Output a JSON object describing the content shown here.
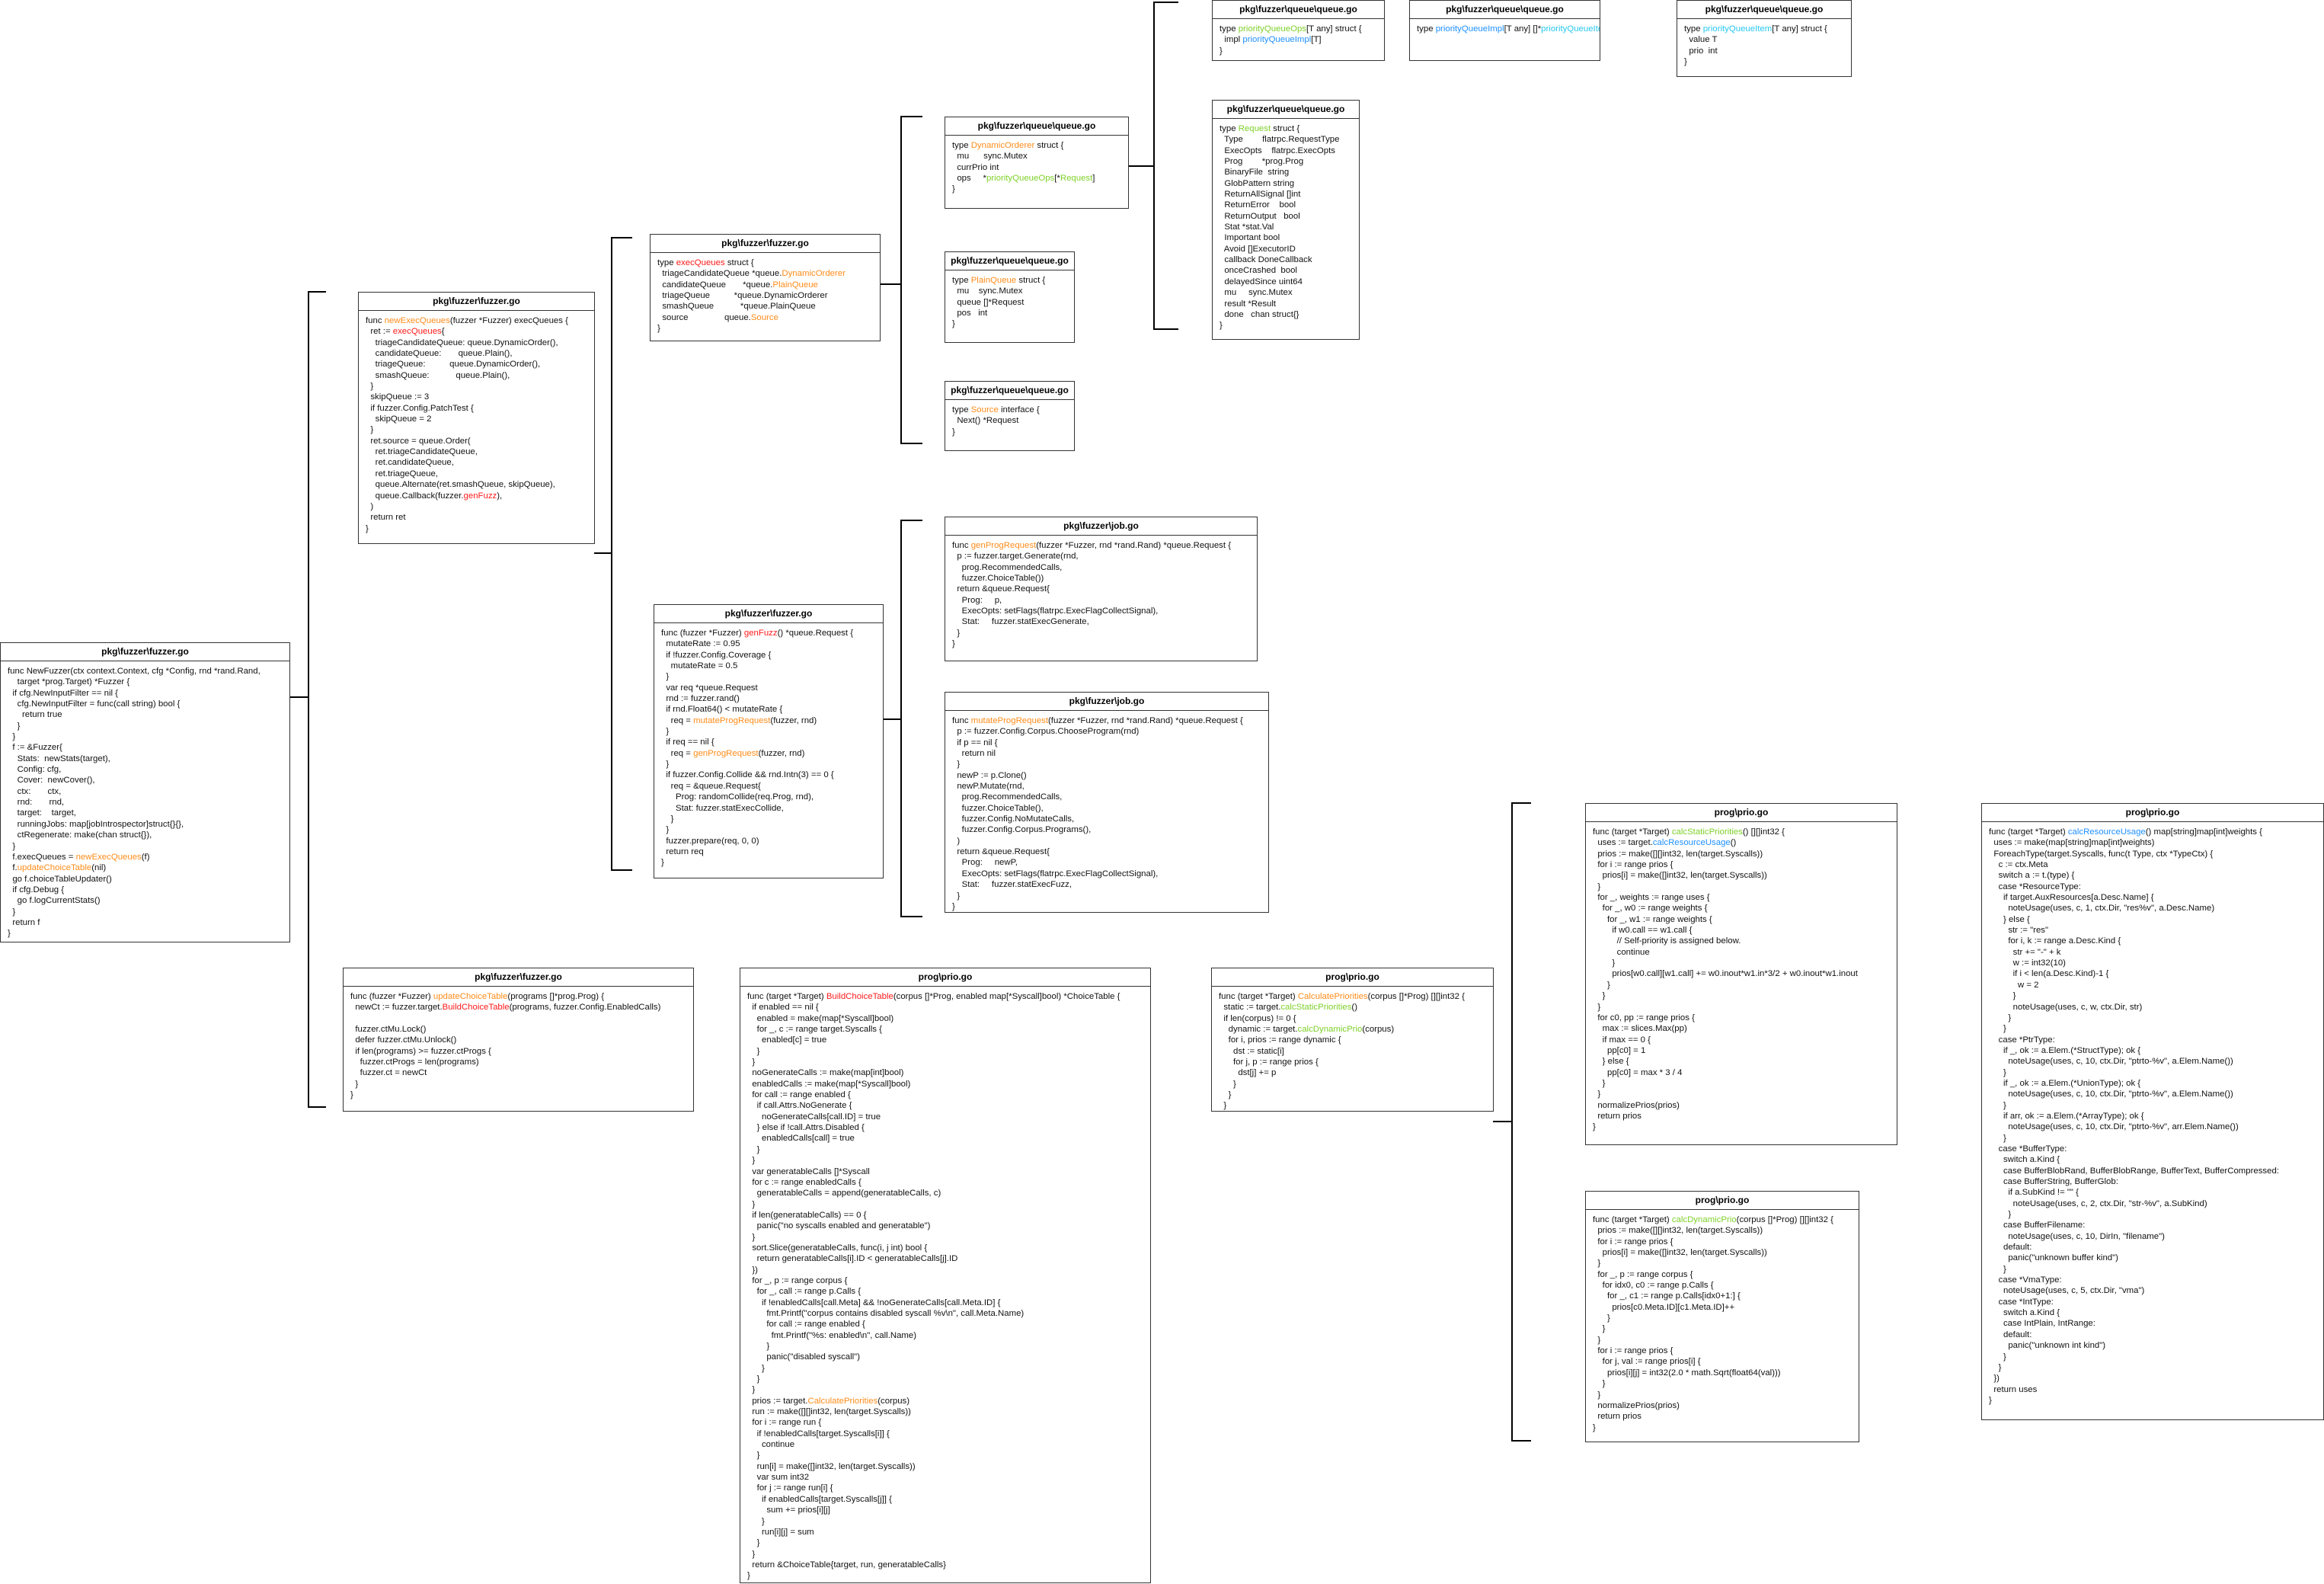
{
  "colors": {
    "orange": "#ff8c1a",
    "red": "#ff1a1a",
    "green": "#7fd12a",
    "blue": "#1e90ff",
    "cyan": "#28c8f0",
    "border": "#333333",
    "background": "#ffffff"
  },
  "cards": [
    {
      "id": "newfuzzer",
      "title": "pkg\\fuzzer\\fuzzer.go",
      "code": "func NewFuzzer(ctx context.Context, cfg *Config, rnd *rand.Rand,\n    target *prog.Target) *Fuzzer {\n  if cfg.NewInputFilter == nil {\n    cfg.NewInputFilter = func(call string) bool {\n      return true\n    }\n  }\n  f := &Fuzzer{\n    Stats:  newStats(target),\n    Config: cfg,\n    Cover:  newCover(),\n    ctx:       ctx,\n    rnd:       rnd,\n    target:    target,\n    runningJobs: map[jobIntrospector]struct{}{},\n    ctRegenerate: make(chan struct{}),\n  }\n  f.execQueues = [[o:newExecQueues]](f)\n  f.[[o:updateChoiceTable]](nil)\n  go f.choiceTableUpdater()\n  if cfg.Debug {\n    go f.logCurrentStats()\n  }\n  return f\n}"
    },
    {
      "id": "newexecqueues",
      "title": "pkg\\fuzzer\\fuzzer.go",
      "code": "func [[o:newExecQueues]](fuzzer *Fuzzer) execQueues {\n  ret := [[r:execQueues]]{\n    triageCandidateQueue: queue.DynamicOrder(),\n    candidateQueue:       queue.Plain(),\n    triageQueue:          queue.DynamicOrder(),\n    smashQueue:           queue.Plain(),\n  }\n  skipQueue := 3\n  if fuzzer.Config.PatchTest {\n    skipQueue = 2\n  }\n  ret.source = queue.Order(\n    ret.triageCandidateQueue,\n    ret.candidateQueue,\n    ret.triageQueue,\n    queue.Alternate(ret.smashQueue, skipQueue),\n    queue.Callback(fuzzer.[[r:genFuzz]]),\n  )\n  return ret\n}"
    },
    {
      "id": "execqueues",
      "title": "pkg\\fuzzer\\fuzzer.go",
      "code": "type [[r:execQueues]] struct {\n  triageCandidateQueue *queue.[[o:DynamicOrderer]]\n  candidateQueue       *queue.[[o:PlainQueue]]\n  triageQueue          *queue.DynamicOrderer\n  smashQueue           *queue.PlainQueue\n  source               queue.[[o:Source]]\n}"
    },
    {
      "id": "dynamicorderer",
      "title": "pkg\\fuzzer\\queue\\queue.go",
      "code": "type [[o:DynamicOrderer]] struct {\n  mu      sync.Mutex\n  currPrio int\n  ops     *[[g:priorityQueueOps]][*[[g:Request]]]\n}"
    },
    {
      "id": "plainqueue",
      "title": "pkg\\fuzzer\\queue\\queue.go",
      "code": "type [[o:PlainQueue]] struct {\n  mu    sync.Mutex\n  queue []*Request\n  pos   int\n}"
    },
    {
      "id": "source",
      "title": "pkg\\fuzzer\\queue\\queue.go",
      "code": "type [[o:Source]] interface {\n  Next() *Request\n}"
    },
    {
      "id": "priorityqueueops",
      "title": "pkg\\fuzzer\\queue\\queue.go",
      "code": "type [[g:priorityQueueOps]][T any] struct {\n  impl [[b:priorityQueueImpl]][T]\n}"
    },
    {
      "id": "priorityqueueimpl",
      "title": "pkg\\fuzzer\\queue\\queue.go",
      "code": "type [[b:priorityQueueImpl]][T any] []*[[c:priorityQueueItem]][T]"
    },
    {
      "id": "priorityqueueitem",
      "title": "pkg\\fuzzer\\queue\\queue.go",
      "code": "type [[c:priorityQueueItem]][T any] struct {\n  value T\n  prio  int\n}"
    },
    {
      "id": "request",
      "title": "pkg\\fuzzer\\queue\\queue.go",
      "code": "type [[g:Request]] struct {\n  Type        flatrpc.RequestType\n  ExecOpts    flatrpc.ExecOpts\n  Prog        *prog.Prog\n  BinaryFile  string\n  GlobPattern string\n  ReturnAllSignal []int\n  ReturnError    bool\n  ReturnOutput   bool\n  Stat *stat.Val\n  Important bool\n  Avoid []ExecutorID\n  callback DoneCallback\n  onceCrashed  bool\n  delayedSince uint64\n  mu     sync.Mutex\n  result *Result\n  done   chan struct{}\n}"
    },
    {
      "id": "genfuzz",
      "title": "pkg\\fuzzer\\fuzzer.go",
      "code": "func (fuzzer *Fuzzer) [[r:genFuzz]]() *queue.Request {\n  mutateRate := 0.95\n  if !fuzzer.Config.Coverage {\n    mutateRate = 0.5\n  }\n  var req *queue.Request\n  rnd := fuzzer.rand()\n  if rnd.Float64() < mutateRate {\n    req = [[o:mutateProgRequest]](fuzzer, rnd)\n  }\n  if req == nil {\n    req = [[o:genProgRequest]](fuzzer, rnd)\n  }\n  if fuzzer.Config.Collide && rnd.Intn(3) == 0 {\n    req = &queue.Request{\n      Prog: randomCollide(req.Prog, rnd),\n      Stat: fuzzer.statExecCollide,\n    }\n  }\n  fuzzer.prepare(req, 0, 0)\n  return req\n}"
    },
    {
      "id": "genprogrequest",
      "title": "pkg\\fuzzer\\job.go",
      "code": "func [[o:genProgRequest]](fuzzer *Fuzzer, rnd *rand.Rand) *queue.Request {\n  p := fuzzer.target.Generate(rnd,\n    prog.RecommendedCalls,\n    fuzzer.ChoiceTable())\n  return &queue.Request{\n    Prog:     p,\n    ExecOpts: setFlags(flatrpc.ExecFlagCollectSignal),\n    Stat:     fuzzer.statExecGenerate,\n  }\n}"
    },
    {
      "id": "mutateprogrequest",
      "title": "pkg\\fuzzer\\job.go",
      "code": "func [[o:mutateProgRequest]](fuzzer *Fuzzer, rnd *rand.Rand) *queue.Request {\n  p := fuzzer.Config.Corpus.ChooseProgram(rnd)\n  if p == nil {\n    return nil\n  }\n  newP := p.Clone()\n  newP.Mutate(rnd,\n    prog.RecommendedCalls,\n    fuzzer.ChoiceTable(),\n    fuzzer.Config.NoMutateCalls,\n    fuzzer.Config.Corpus.Programs(),\n  )\n  return &queue.Request{\n    Prog:     newP,\n    ExecOpts: setFlags(flatrpc.ExecFlagCollectSignal),\n    Stat:     fuzzer.statExecFuzz,\n  }\n}"
    },
    {
      "id": "updatechoicetable",
      "title": "pkg\\fuzzer\\fuzzer.go",
      "code": "func (fuzzer *Fuzzer) [[o:updateChoiceTable]](programs []*prog.Prog) {\n  newCt := fuzzer.target.[[r:BuildChoiceTable]](programs, fuzzer.Config.EnabledCalls)\n\n  fuzzer.ctMu.Lock()\n  defer fuzzer.ctMu.Unlock()\n  if len(programs) >= fuzzer.ctProgs {\n    fuzzer.ctProgs = len(programs)\n    fuzzer.ct = newCt\n  }\n}"
    },
    {
      "id": "buildchoicetable",
      "title": "prog\\prio.go",
      "code": "func (target *Target) [[r:BuildChoiceTable]](corpus []*Prog, enabled map[*Syscall]bool) *ChoiceTable {\n  if enabled == nil {\n    enabled = make(map[*Syscall]bool)\n    for _, c := range target.Syscalls {\n      enabled[c] = true\n    }\n  }\n  noGenerateCalls := make(map[int]bool)\n  enabledCalls := make(map[*Syscall]bool)\n  for call := range enabled {\n    if call.Attrs.NoGenerate {\n      noGenerateCalls[call.ID] = true\n    } else if !call.Attrs.Disabled {\n      enabledCalls[call] = true\n    }\n  }\n  var generatableCalls []*Syscall\n  for c := range enabledCalls {\n    generatableCalls = append(generatableCalls, c)\n  }\n  if len(generatableCalls) == 0 {\n    panic(\"no syscalls enabled and generatable\")\n  }\n  sort.Slice(generatableCalls, func(i, j int) bool {\n    return generatableCalls[i].ID < generatableCalls[j].ID\n  })\n  for _, p := range corpus {\n    for _, call := range p.Calls {\n      if !enabledCalls[call.Meta] && !noGenerateCalls[call.Meta.ID] {\n        fmt.Printf(\"corpus contains disabled syscall %v\\n\", call.Meta.Name)\n        for call := range enabled {\n          fmt.Printf(\"%s: enabled\\n\", call.Name)\n        }\n        panic(\"disabled syscall\")\n      }\n    }\n  }\n  prios := target.[[o:CalculatePriorities]](corpus)\n  run := make([][]int32, len(target.Syscalls))\n  for i := range run {\n    if !enabledCalls[target.Syscalls[i]] {\n      continue\n    }\n    run[i] = make([]int32, len(target.Syscalls))\n    var sum int32\n    for j := range run[i] {\n      if enabledCalls[target.Syscalls[j]] {\n        sum += prios[i][j]\n      }\n      run[i][j] = sum\n    }\n  }\n  return &ChoiceTable{target, run, generatableCalls}\n}"
    },
    {
      "id": "calculatepriorities",
      "title": "prog\\prio.go",
      "code": "func (target *Target) [[o:CalculatePriorities]](corpus []*Prog) [][]int32 {\n  static := target.[[g:calcStaticPriorities]]()\n  if len(corpus) != 0 {\n    dynamic := target.[[g:calcDynamicPrio]](corpus)\n    for i, prios := range dynamic {\n      dst := static[i]\n      for j, p := range prios {\n        dst[j] += p\n      }\n    }\n  }\n  return static\n}"
    },
    {
      "id": "calcstaticpriorities",
      "title": "prog\\prio.go",
      "code": "func (target *Target) [[g:calcStaticPriorities]]() [][]int32 {\n  uses := target.[[b:calcResourceUsage]]()\n  prios := make([][]int32, len(target.Syscalls))\n  for i := range prios {\n    prios[i] = make([]int32, len(target.Syscalls))\n  }\n  for _, weights := range uses {\n    for _, w0 := range weights {\n      for _, w1 := range weights {\n        if w0.call == w1.call {\n          // Self-priority is assigned below.\n          continue\n        }\n        prios[w0.call][w1.call] += w0.inout*w1.in*3/2 + w0.inout*w1.inout\n      }\n    }\n  }\n  for c0, pp := range prios {\n    max := slices.Max(pp)\n    if max == 0 {\n      pp[c0] = 1\n    } else {\n      pp[c0] = max * 3 / 4\n    }\n  }\n  normalizePrios(prios)\n  return prios\n}"
    },
    {
      "id": "calcdynamicprio",
      "title": "prog\\prio.go",
      "code": "func (target *Target) [[g:calcDynamicPrio]](corpus []*Prog) [][]int32 {\n  prios := make([][]int32, len(target.Syscalls))\n  for i := range prios {\n    prios[i] = make([]int32, len(target.Syscalls))\n  }\n  for _, p := range corpus {\n    for idx0, c0 := range p.Calls {\n      for _, c1 := range p.Calls[idx0+1:] {\n        prios[c0.Meta.ID][c1.Meta.ID]++\n      }\n    }\n  }\n  for i := range prios {\n    for j, val := range prios[i] {\n      prios[i][j] = int32(2.0 * math.Sqrt(float64(val)))\n    }\n  }\n  normalizePrios(prios)\n  return prios\n}"
    },
    {
      "id": "calcresourceusage",
      "title": "prog\\prio.go",
      "code": "func (target *Target) [[b:calcResourceUsage]]() map[string]map[int]weights {\n  uses := make(map[string]map[int]weights)\n  ForeachType(target.Syscalls, func(t Type, ctx *TypeCtx) {\n    c := ctx.Meta\n    switch a := t.(type) {\n    case *ResourceType:\n      if target.AuxResources[a.Desc.Name] {\n        noteUsage(uses, c, 1, ctx.Dir, \"res%v\", a.Desc.Name)\n      } else {\n        str := \"res\"\n        for i, k := range a.Desc.Kind {\n          str += \"-\" + k\n          w := int32(10)\n          if i < len(a.Desc.Kind)-1 {\n            w = 2\n          }\n          noteUsage(uses, c, w, ctx.Dir, str)\n        }\n      }\n    case *PtrType:\n      if _, ok := a.Elem.(*StructType); ok {\n        noteUsage(uses, c, 10, ctx.Dir, \"ptrto-%v\", a.Elem.Name())\n      }\n      if _, ok := a.Elem.(*UnionType); ok {\n        noteUsage(uses, c, 10, ctx.Dir, \"ptrto-%v\", a.Elem.Name())\n      }\n      if arr, ok := a.Elem.(*ArrayType); ok {\n        noteUsage(uses, c, 10, ctx.Dir, \"ptrto-%v\", arr.Elem.Name())\n      }\n    case *BufferType:\n      switch a.Kind {\n      case BufferBlobRand, BufferBlobRange, BufferText, BufferCompressed:\n      case BufferString, BufferGlob:\n        if a.SubKind != \"\" {\n          noteUsage(uses, c, 2, ctx.Dir, \"str-%v\", a.SubKind)\n        }\n      case BufferFilename:\n        noteUsage(uses, c, 10, DirIn, \"filename\")\n      default:\n        panic(\"unknown buffer kind\")\n      }\n    case *VmaType:\n      noteUsage(uses, c, 5, ctx.Dir, \"vma\")\n    case *IntType:\n      switch a.Kind {\n      case IntPlain, IntRange:\n      default:\n        panic(\"unknown int kind\")\n      }\n    }\n  })\n  return uses\n}"
    }
  ]
}
